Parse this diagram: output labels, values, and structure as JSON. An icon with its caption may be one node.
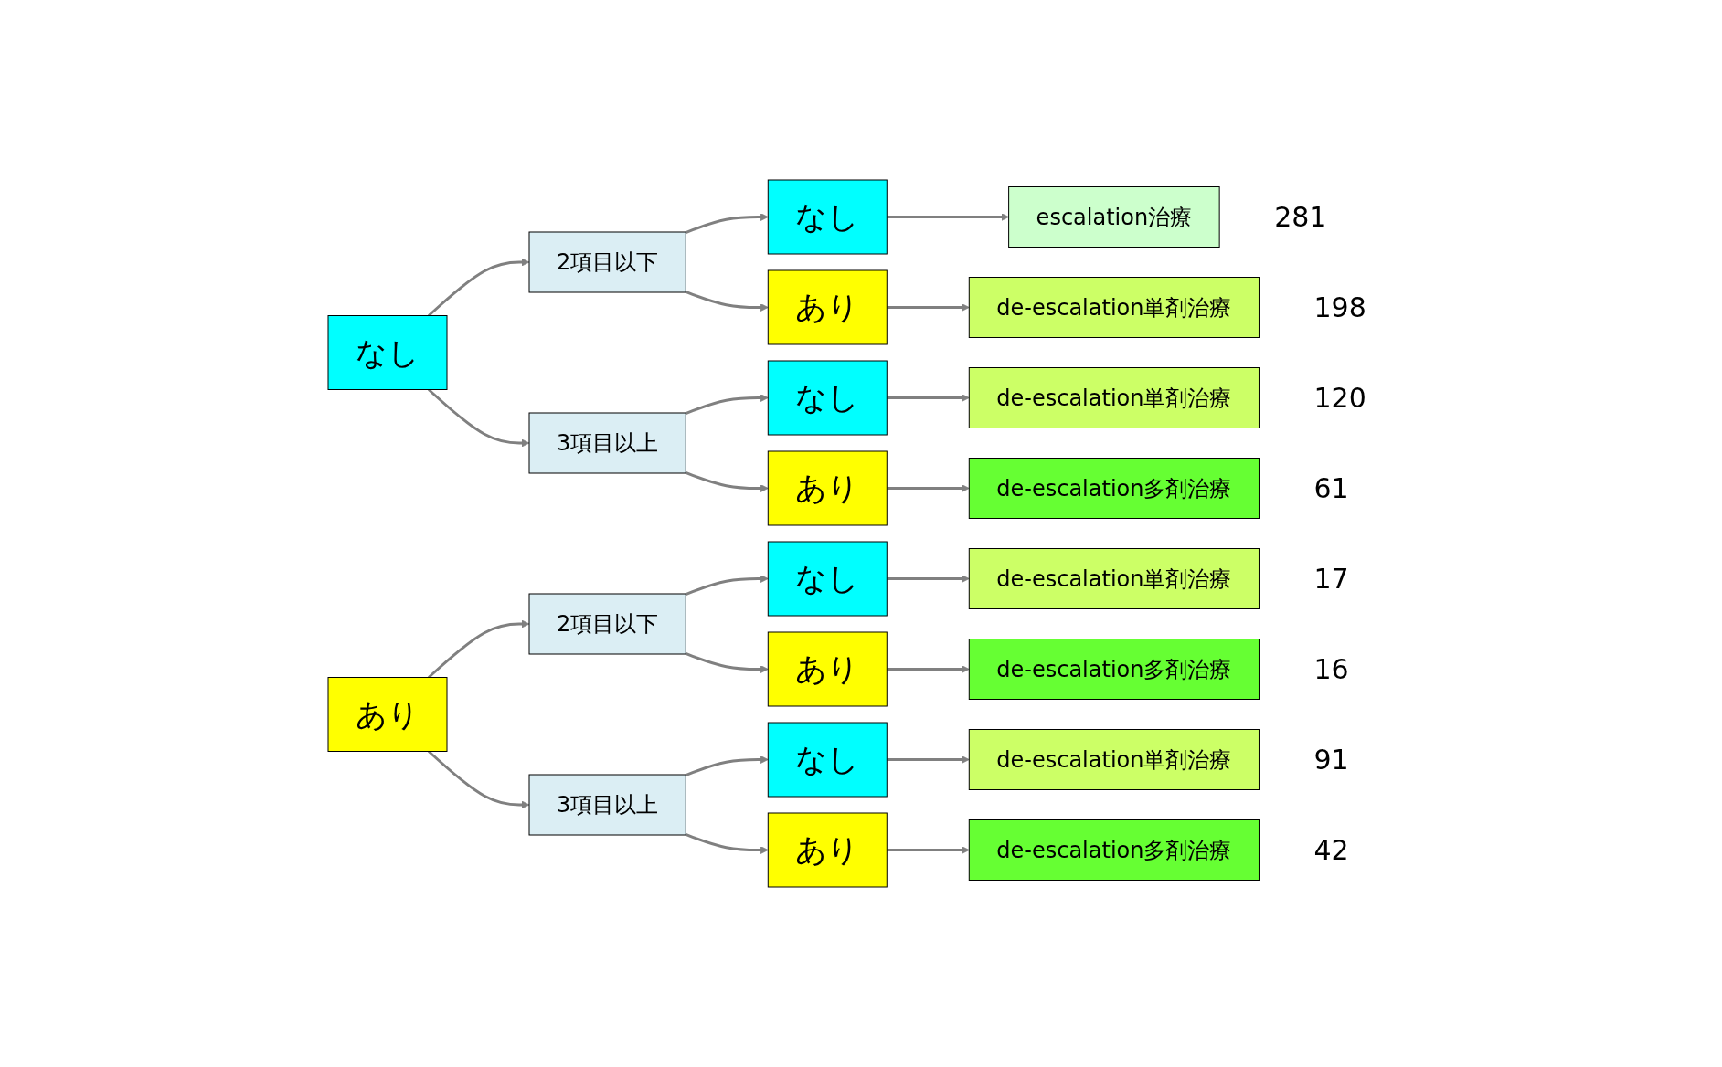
{
  "diagram": {
    "nodes": [
      {
        "text": [
          "なし"
        ]
      },
      {
        "text": [
          "2項目以下"
        ]
      },
      {
        "text": [
          "3項目以上"
        ]
      },
      {
        "text": [
          "なし"
        ]
      },
      {
        "text": [
          "あり"
        ]
      },
      {
        "text": [
          "なし"
        ]
      },
      {
        "text": [
          "あり"
        ]
      },
      {
        "text": [
          "escalation治療"
        ],
        "beside": [
          "281"
        ]
      },
      {
        "text": [
          "de-escalation単剤治療"
        ],
        "beside": [
          "198"
        ]
      },
      {
        "text": [
          "de-escalation単剤治療"
        ],
        "beside": [
          "120"
        ]
      },
      {
        "text": [
          "de-escalation多剤治療"
        ],
        "beside": [
          "61"
        ]
      },
      {
        "text": [
          "あり"
        ]
      },
      {
        "text": [
          "2項目以下"
        ]
      },
      {
        "text": [
          "3項目以上"
        ]
      },
      {
        "text": [
          "なし"
        ]
      },
      {
        "text": [
          "あり"
        ]
      },
      {
        "text": [
          "なし"
        ]
      },
      {
        "text": [
          "あり"
        ]
      },
      {
        "text": [
          "de-escalation単剤治療"
        ],
        "beside": [
          "17"
        ]
      },
      {
        "text": [
          "de-escalation多剤治療"
        ],
        "beside": [
          "16"
        ]
      },
      {
        "text": [
          "de-escalation単剤治療"
        ],
        "beside": [
          "91"
        ]
      },
      {
        "text": [
          "de-escalation多剤治療"
        ],
        "beside": [
          "42"
        ]
      }
    ],
    "edges": [
      {
        "from": 0,
        "to": 1,
        "arrow": "to"
      },
      {
        "from": 0,
        "to": 2,
        "arrow": "to"
      },
      {
        "from": 1,
        "to": 3,
        "arrow": "to"
      },
      {
        "from": 1,
        "to": 4,
        "arrow": "to"
      },
      {
        "from": 2,
        "to": 5,
        "arrow": "to"
      },
      {
        "from": 2,
        "to": 6,
        "arrow": "to"
      },
      {
        "from": 3,
        "to": 7,
        "arrow": "to"
      },
      {
        "from": 4,
        "to": 8,
        "arrow": "to"
      },
      {
        "from": 5,
        "to": 9,
        "arrow": "to"
      },
      {
        "from": 6,
        "to": 10,
        "arrow": "to"
      },
      {
        "from": 11,
        "to": 12,
        "arrow": "to"
      },
      {
        "from": 11,
        "to": 13,
        "arrow": "to"
      },
      {
        "from": 12,
        "to": 14,
        "arrow": "to"
      },
      {
        "from": 12,
        "to": 15,
        "arrow": "to"
      },
      {
        "from": 13,
        "to": 16,
        "arrow": "to"
      },
      {
        "from": 13,
        "to": 17,
        "arrow": "to"
      },
      {
        "from": 14,
        "to": 18,
        "arrow": "to"
      },
      {
        "from": 15,
        "to": 19,
        "arrow": "to"
      },
      {
        "from": 16,
        "to": 20,
        "arrow": "to"
      },
      {
        "from": 17,
        "to": 21,
        "arrow": "to"
      }
    ]
  }
}
